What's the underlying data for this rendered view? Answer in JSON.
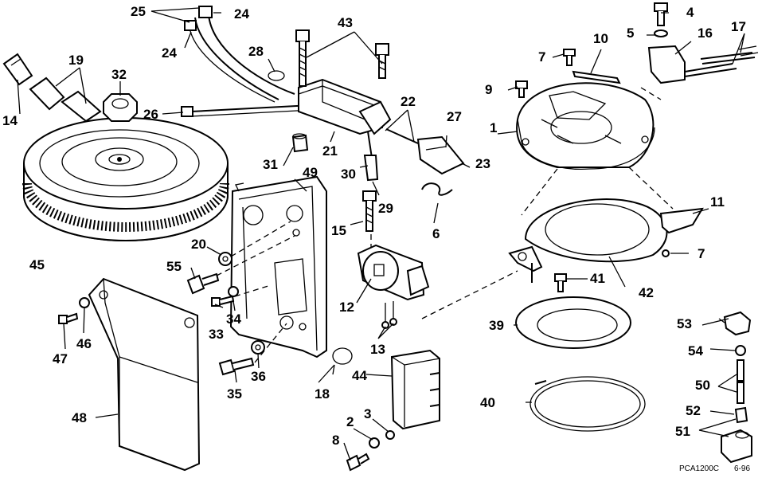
{
  "diagram": {
    "footer_code": "PCA1200C",
    "footer_date": "6-96",
    "callouts": [
      {
        "id": "c1",
        "text": "1"
      },
      {
        "id": "c2",
        "text": "2"
      },
      {
        "id": "c3",
        "text": "3"
      },
      {
        "id": "c4",
        "text": "4"
      },
      {
        "id": "c5",
        "text": "5"
      },
      {
        "id": "c6",
        "text": "6"
      },
      {
        "id": "c7a",
        "text": "7"
      },
      {
        "id": "c7b",
        "text": "7"
      },
      {
        "id": "c8",
        "text": "8"
      },
      {
        "id": "c9",
        "text": "9"
      },
      {
        "id": "c10",
        "text": "10"
      },
      {
        "id": "c11",
        "text": "11"
      },
      {
        "id": "c12",
        "text": "12"
      },
      {
        "id": "c13",
        "text": "13"
      },
      {
        "id": "c14",
        "text": "14"
      },
      {
        "id": "c15",
        "text": "15"
      },
      {
        "id": "c16",
        "text": "16"
      },
      {
        "id": "c17",
        "text": "17"
      },
      {
        "id": "c18",
        "text": "18"
      },
      {
        "id": "c19",
        "text": "19"
      },
      {
        "id": "c20",
        "text": "20"
      },
      {
        "id": "c21",
        "text": "21"
      },
      {
        "id": "c22",
        "text": "22"
      },
      {
        "id": "c23",
        "text": "23"
      },
      {
        "id": "c24a",
        "text": "24"
      },
      {
        "id": "c24b",
        "text": "24"
      },
      {
        "id": "c25",
        "text": "25"
      },
      {
        "id": "c26",
        "text": "26"
      },
      {
        "id": "c27",
        "text": "27"
      },
      {
        "id": "c28",
        "text": "28"
      },
      {
        "id": "c29",
        "text": "29"
      },
      {
        "id": "c30",
        "text": "30"
      },
      {
        "id": "c31",
        "text": "31"
      },
      {
        "id": "c32",
        "text": "32"
      },
      {
        "id": "c33",
        "text": "33"
      },
      {
        "id": "c34",
        "text": "34"
      },
      {
        "id": "c35",
        "text": "35"
      },
      {
        "id": "c36",
        "text": "36"
      },
      {
        "id": "c39",
        "text": "39"
      },
      {
        "id": "c40",
        "text": "40"
      },
      {
        "id": "c41",
        "text": "41"
      },
      {
        "id": "c42",
        "text": "42"
      },
      {
        "id": "c43",
        "text": "43"
      },
      {
        "id": "c44",
        "text": "44"
      },
      {
        "id": "c45",
        "text": "45"
      },
      {
        "id": "c46",
        "text": "46"
      },
      {
        "id": "c47",
        "text": "47"
      },
      {
        "id": "c48",
        "text": "48"
      },
      {
        "id": "c49",
        "text": "49"
      },
      {
        "id": "c50",
        "text": "50"
      },
      {
        "id": "c51",
        "text": "51"
      },
      {
        "id": "c52",
        "text": "52"
      },
      {
        "id": "c53",
        "text": "53"
      },
      {
        "id": "c54",
        "text": "54"
      },
      {
        "id": "c55",
        "text": "55"
      }
    ]
  }
}
